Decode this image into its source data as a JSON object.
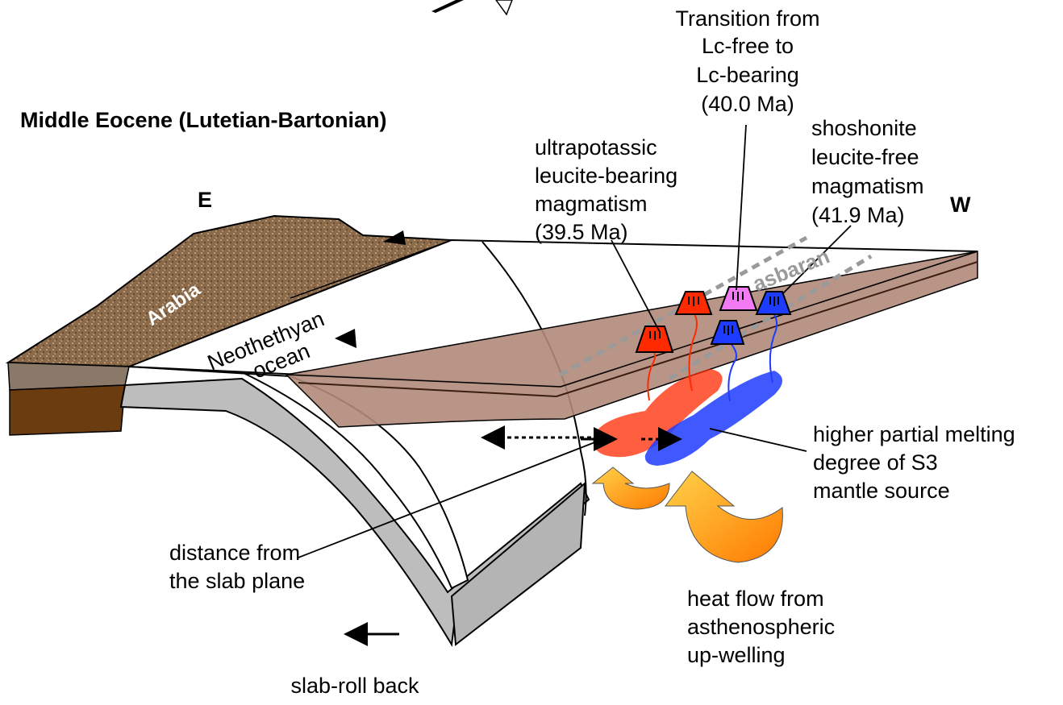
{
  "title": "Middle Eocene (Lutetian-Bartonian)",
  "directions": {
    "east": "E",
    "west": "W"
  },
  "plates": {
    "arabia": "Arabia",
    "ocean": [
      "Neothethyan",
      "ocean"
    ],
    "block": "asbaran"
  },
  "annotations": {
    "transition": [
      "Transition from",
      "Lc-free to",
      "Lc-bearing",
      "(40.0 Ma)"
    ],
    "ultrapotassic": [
      "ultrapotassic",
      "leucite-bearing",
      "magmatism",
      "(39.5 Ma)"
    ],
    "shoshonite": [
      "shoshonite",
      "leucite-free",
      "magmatism",
      "(41.9 Ma)"
    ],
    "partial_melting": [
      "higher partial melting",
      "degree of S3",
      "mantle source"
    ],
    "distance": [
      "distance from",
      "the slab plane"
    ],
    "heat_flow": [
      "heat flow from",
      "asthenospheric",
      "up-welling"
    ],
    "rollback": "slab-roll back"
  },
  "colors": {
    "arabia_crust": "#8b6a4a",
    "lithosphere": "#6b3c10",
    "slab": "#bdbdbd",
    "upper_plate": "#b08a7a",
    "leucite_bearing": "#ff2a00",
    "leucite_free": "#1e3cff",
    "transition": "#f27af2",
    "heat_arrow": "#ff9900"
  }
}
